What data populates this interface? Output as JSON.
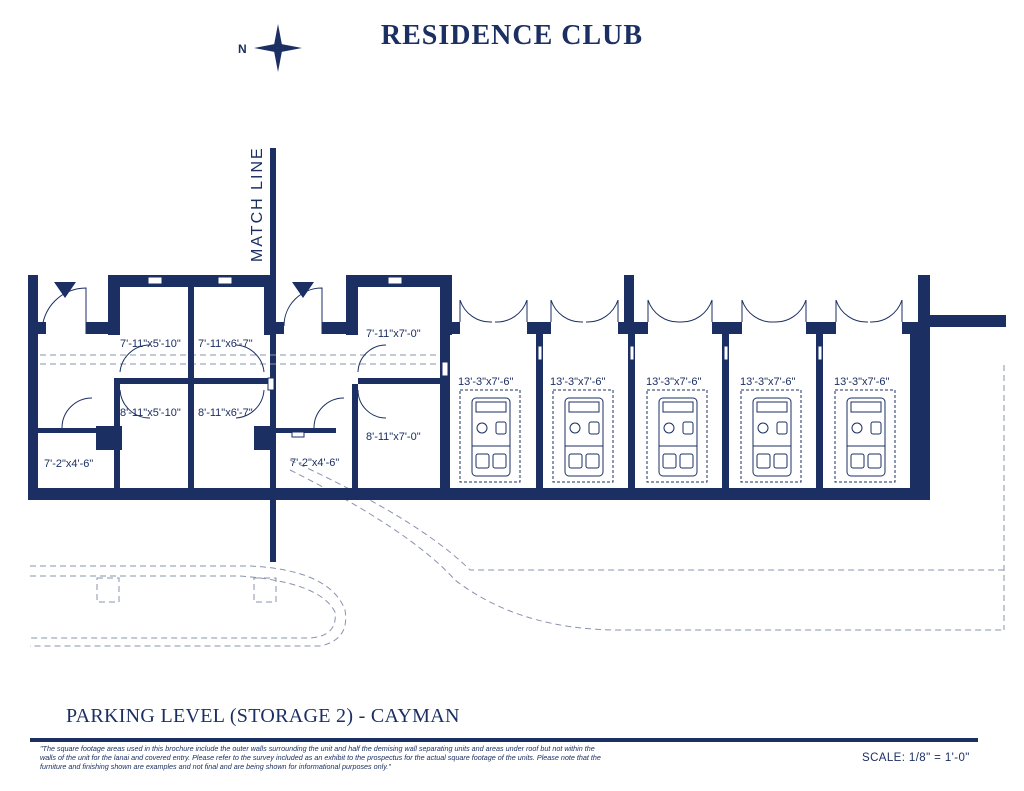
{
  "header": {
    "title": "RESIDENCE CLUB",
    "north_label": "N"
  },
  "plan": {
    "match_line_label": "MATCH LINE",
    "storage_units": [
      "7'-11\"x5'-10\"",
      "7'-11\"x6'-7\"",
      "8'-11\"x5'-10\"",
      "8'-11\"x6'-7\"",
      "7'-11\"x7'-0\"",
      "8'-11\"x7'-0\""
    ],
    "closets": [
      "7'-2\"x4'-6\"",
      "7'-2\"x4'-6\""
    ],
    "cart_garages": [
      "13'-3\"x7'-6\"",
      "13'-3\"x7'-6\"",
      "13'-3\"x7'-6\"",
      "13'-3\"x7'-6\"",
      "13'-3\"x7'-6\""
    ]
  },
  "footer": {
    "level_title": "PARKING LEVEL (STORAGE 2) - CAYMAN",
    "disclaimer": "\"The square footage areas used in this brochure include the outer walls surrounding the unit and half the demising wall separating units and areas under roof but not within the walls of the unit for the lanai and covered entry. Please refer to the survey included as an exhibit to the prospectus for the actual square footage of the units.  Please note that the furniture and finishing shown are examples and not final and are being shown for informational purposes only.\"",
    "scale": "SCALE: 1/8\" = 1'-0\""
  },
  "colors": {
    "ink": "#1b2f63",
    "background": "#ffffff"
  }
}
